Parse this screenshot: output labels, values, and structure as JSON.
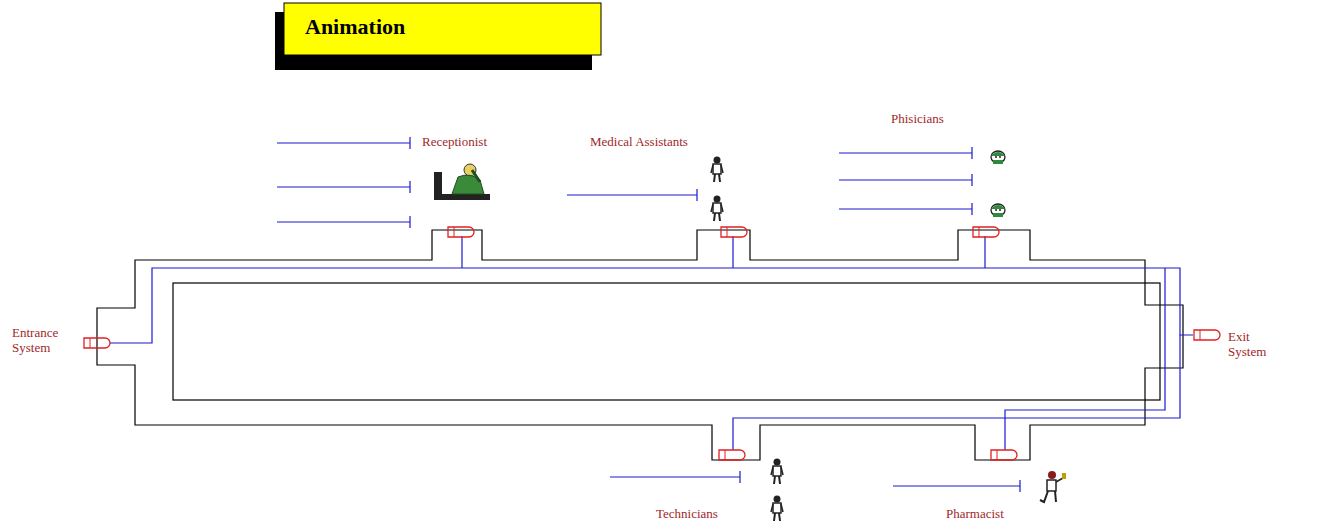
{
  "diagram": {
    "title": "Animation",
    "labels": [
      "Receptionist",
      "Medical Assistants",
      "Phisicians",
      "Entrance System",
      "Exit System",
      "Technicians",
      "Pharmacist"
    ]
  }
}
